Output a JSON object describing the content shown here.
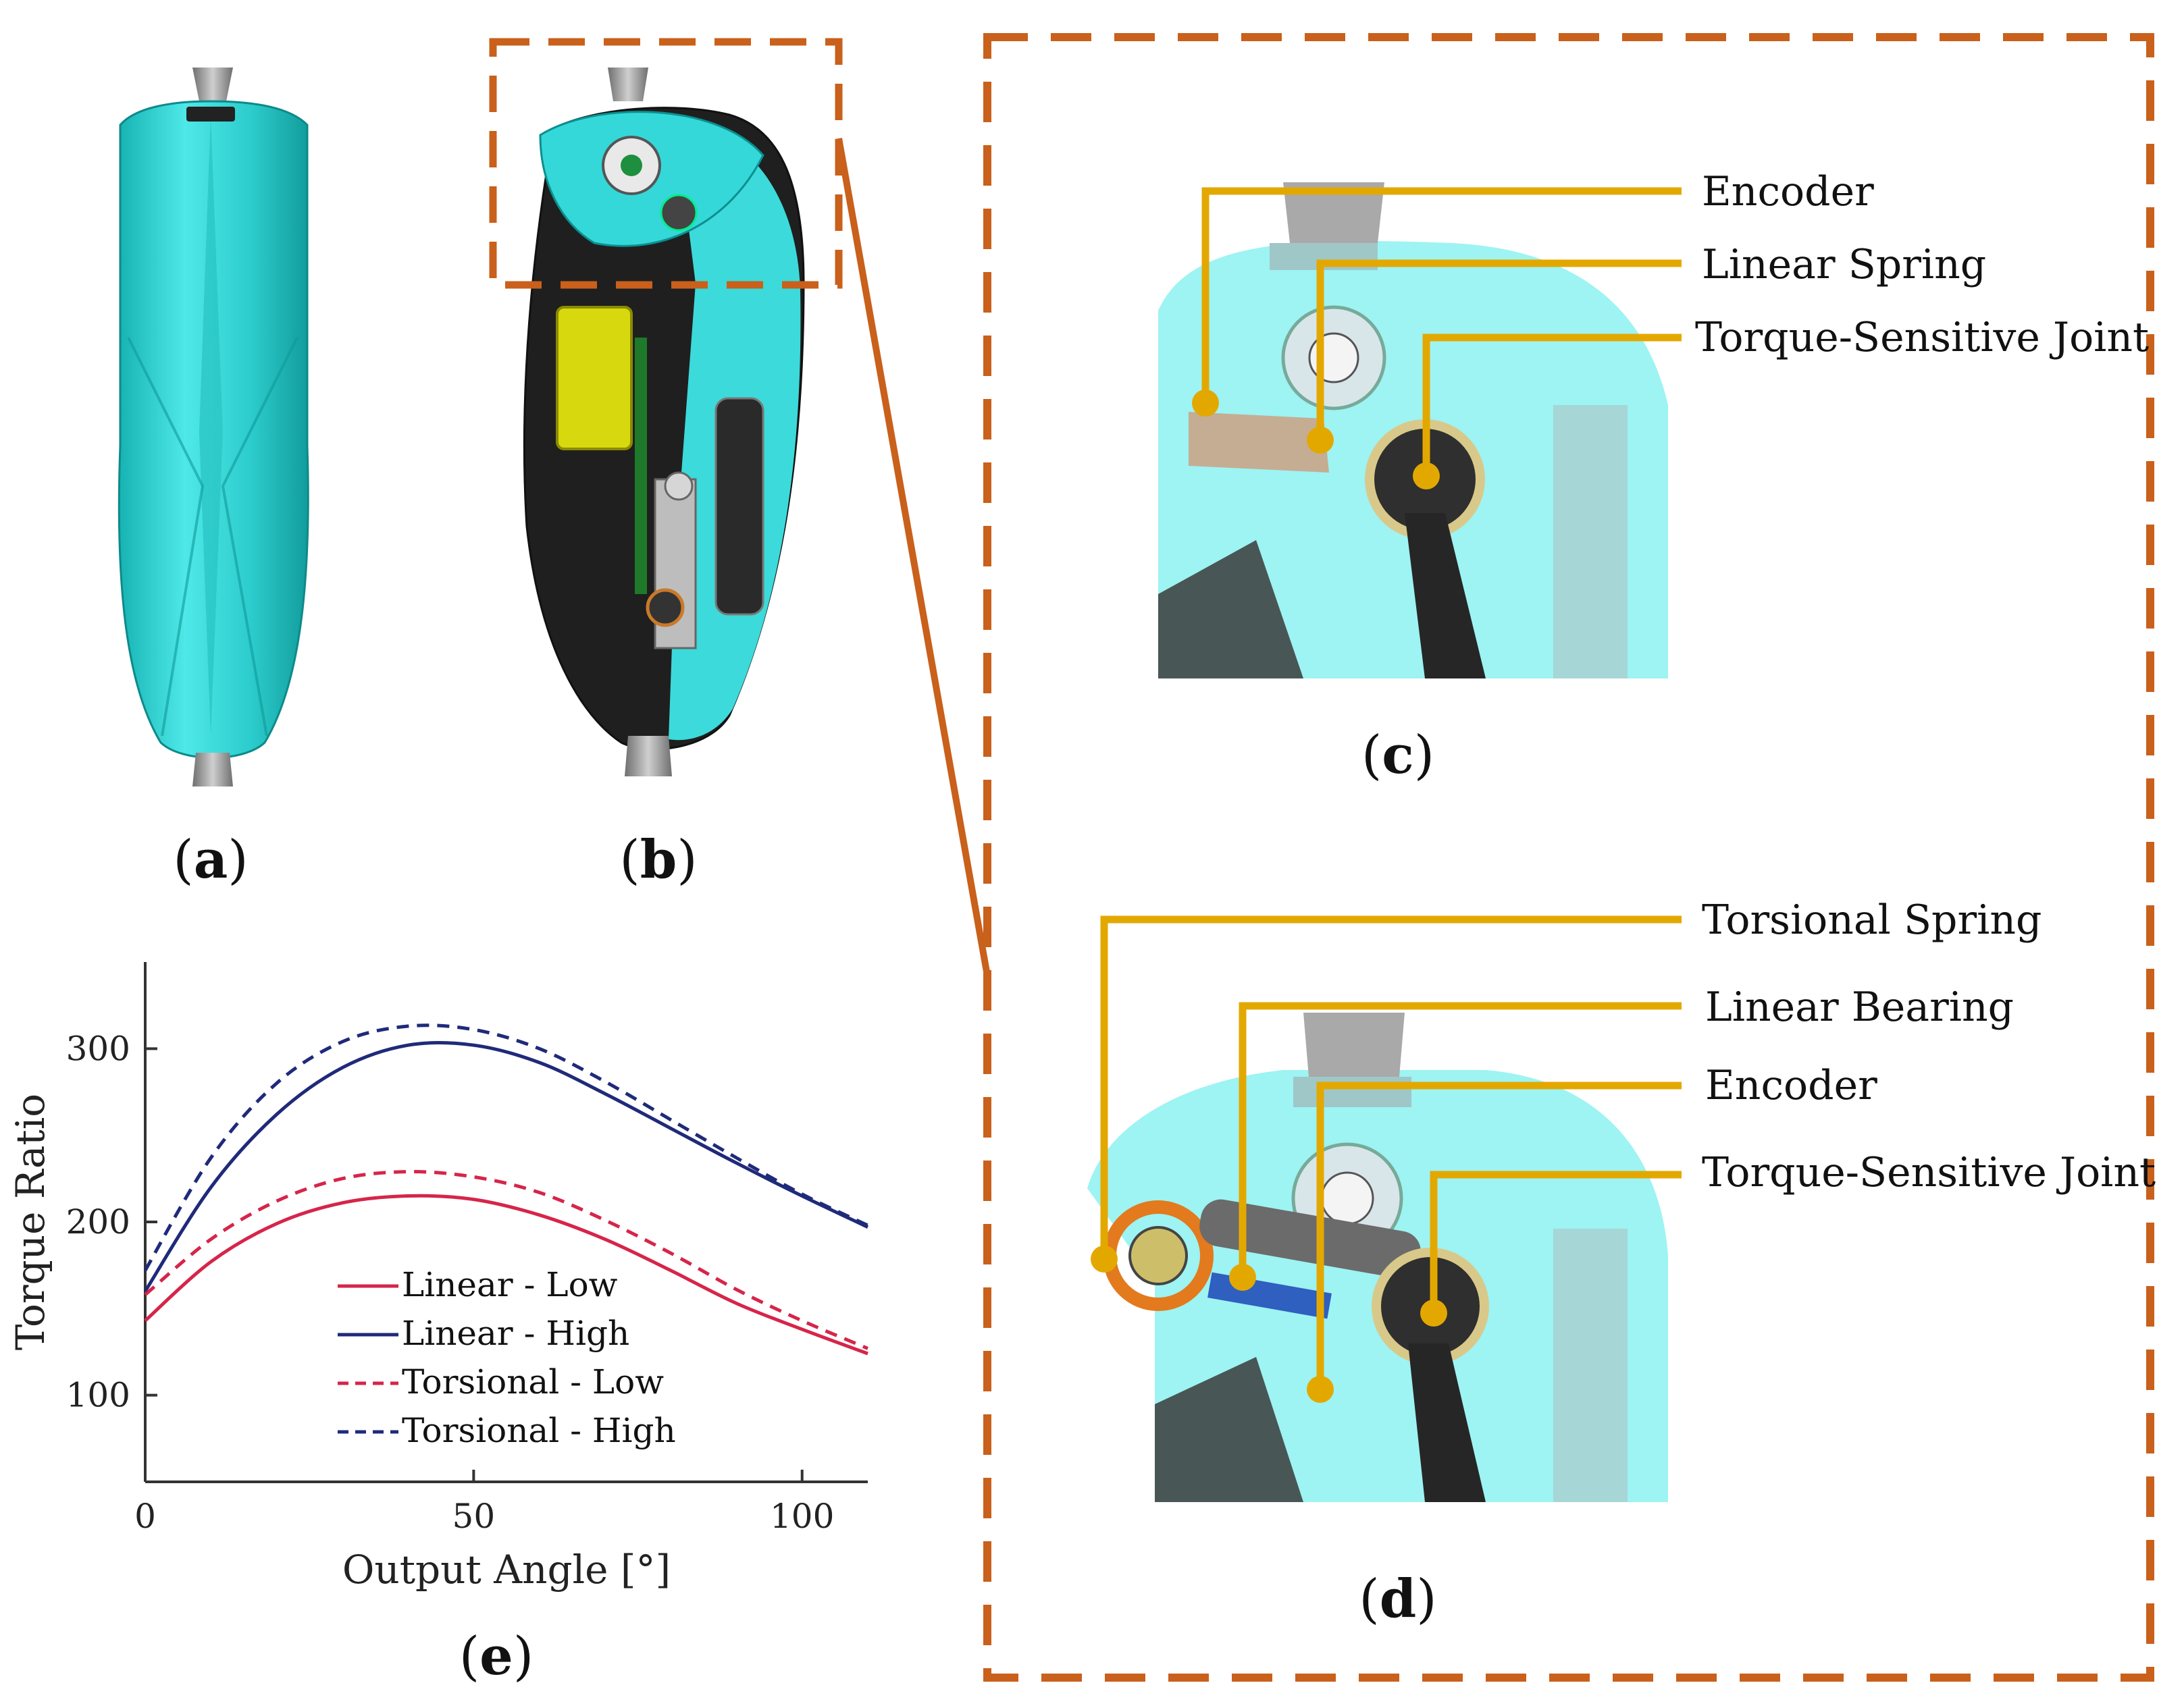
{
  "panels": {
    "a": {
      "caption_open": "(",
      "caption_letter": "a",
      "caption_close": ")"
    },
    "b": {
      "caption_open": "(",
      "caption_letter": "b",
      "caption_close": ")"
    },
    "c": {
      "caption_open": "(",
      "caption_letter": "c",
      "caption_close": ")",
      "callouts": [
        "Encoder",
        "Linear Spring",
        "Torque-Sensitive Joint"
      ]
    },
    "d": {
      "caption_open": "(",
      "caption_letter": "d",
      "caption_close": ")",
      "callouts": [
        "Torsional Spring",
        "Linear Bearing",
        "Encoder",
        "Torque-Sensitive Joint"
      ]
    },
    "e": {
      "caption_open": "(",
      "caption_letter": "e",
      "caption_close": ")"
    }
  },
  "colors": {
    "shell": "#2fd6d6",
    "callout": "#e3a800",
    "highlight_box": "#c9601b",
    "red_series": "#d6254a",
    "blue_series": "#1f2a7a"
  },
  "chart_data": {
    "type": "line",
    "xlabel": "Output Angle [°]",
    "ylabel": "Torque Ratio",
    "xlim": [
      0,
      110
    ],
    "ylim": [
      50,
      350
    ],
    "xticks": [
      0,
      50,
      100
    ],
    "yticks": [
      100,
      200,
      300
    ],
    "x": [
      0,
      10,
      20,
      30,
      40,
      50,
      60,
      70,
      80,
      90,
      100,
      110
    ],
    "legend_position": "lower-center",
    "series": [
      {
        "name": "Linear - Low",
        "style": "solid",
        "color": "#d6254a",
        "values": [
          143,
          177,
          199,
          211,
          215,
          213,
          204,
          190,
          172,
          153,
          138,
          124
        ]
      },
      {
        "name": "Linear - High",
        "style": "solid",
        "color": "#1f2a7a",
        "values": [
          160,
          220,
          262,
          289,
          302,
          302,
          292,
          274,
          254,
          234,
          215,
          197
        ]
      },
      {
        "name": "Torsional - Low",
        "style": "dashed",
        "color": "#d6254a",
        "values": [
          158,
          190,
          212,
          225,
          229,
          226,
          217,
          201,
          182,
          161,
          143,
          127
        ]
      },
      {
        "name": "Torsional - High",
        "style": "dashed",
        "color": "#1f2a7a",
        "values": [
          172,
          237,
          280,
          304,
          313,
          311,
          300,
          281,
          259,
          237,
          216,
          198
        ]
      }
    ]
  }
}
